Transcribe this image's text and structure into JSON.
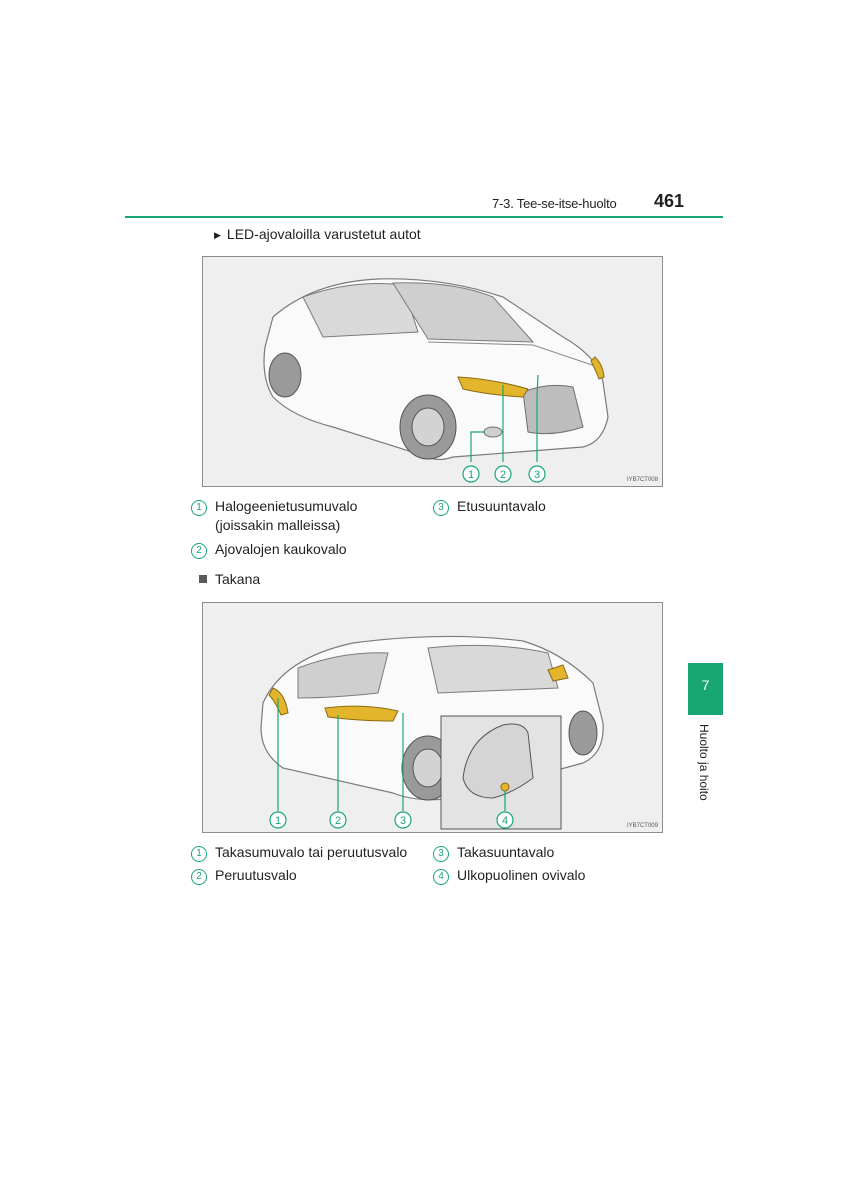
{
  "header": {
    "section": "7-3. Tee-se-itse-huolto",
    "page_number": "461"
  },
  "bullet": {
    "marker": "▶",
    "text": "LED-ajovaloilla varustetut autot"
  },
  "figure1": {
    "code": "IYB7CT008",
    "callouts": [
      "1",
      "2",
      "3"
    ]
  },
  "legend1": {
    "items": [
      {
        "num": "1",
        "line1": "Halogeenietusumuvalo",
        "line2": "(joissakin malleissa)"
      },
      {
        "num": "2",
        "line1": "Ajovalojen kaukovalo"
      },
      {
        "num": "3",
        "line1": "Etusuuntavalo"
      }
    ]
  },
  "section": {
    "title": "Takana"
  },
  "figure2": {
    "code": "IYB7CT009",
    "callouts": [
      "1",
      "2",
      "3",
      "4"
    ]
  },
  "legend2": {
    "items": [
      {
        "num": "1",
        "line1": "Takasumuvalo tai peruutusvalo"
      },
      {
        "num": "2",
        "line1": "Peruutusvalo"
      },
      {
        "num": "3",
        "line1": "Takasuuntavalo"
      },
      {
        "num": "4",
        "line1": "Ulkopuolinen ovivalo"
      }
    ]
  },
  "side_tab": {
    "number": "7",
    "label": "Huolto ja hoito"
  },
  "colors": {
    "accent": "#18a773",
    "highlight": "#e3b52c"
  }
}
